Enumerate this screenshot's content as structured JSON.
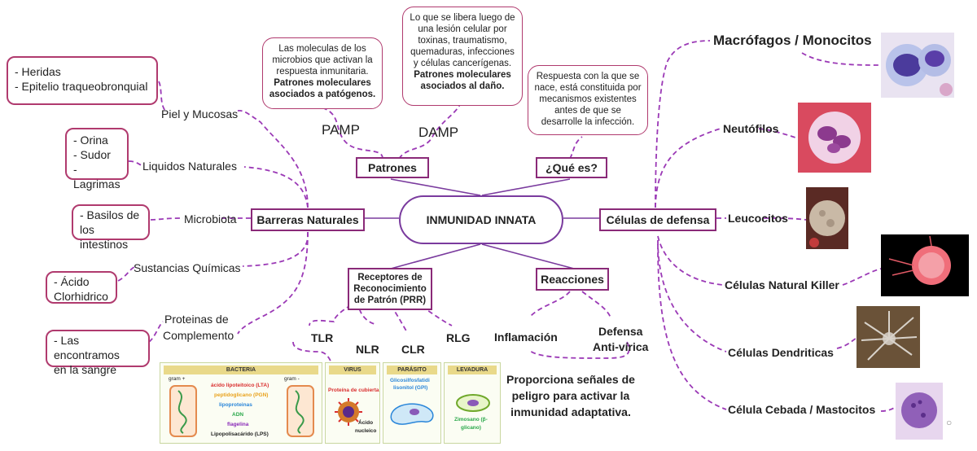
{
  "center": {
    "title": "INMUNIDAD INNATA"
  },
  "nodes": {
    "patrones": "Patrones",
    "que_es": "¿Qué es?",
    "barreras": "Barreras Naturales",
    "celulas": "Células de defensa",
    "receptores": [
      "Receptores de",
      "Reconocimiento",
      "de Patrón (PRR)"
    ],
    "reacciones": "Reacciones"
  },
  "patrones": {
    "pamp": "PAMP",
    "damp": "DAMP",
    "pamp_note": [
      "Las moleculas de los",
      "microbios que activan la",
      "respuesta inmunitaria."
    ],
    "pamp_note_bold": [
      "Patrones moleculares",
      "asociados a patógenos."
    ],
    "damp_note": [
      "Lo que se libera luego de",
      "una lesión celular por",
      "toxinas, traumatismo,",
      "quemaduras, infecciones",
      "y células cancerígenas."
    ],
    "damp_note_bold": [
      "Patrones moleculares",
      "asociados al daño."
    ]
  },
  "que_es": {
    "note": [
      "Respuesta con la que se",
      "nace, está constituida por",
      "mecanismos existentes",
      "antes de que se",
      "desarrolle la infección."
    ]
  },
  "barreras": {
    "piel": "Piel y Mucosas",
    "piel_items": [
      "- Heridas",
      "- Epitelio traqueobronquial"
    ],
    "liquidos": "Liquidos Naturales",
    "liquidos_items": [
      "- Orina",
      "- Sudor",
      "- Lagrimas"
    ],
    "microbiota": "Microbiota",
    "microbiota_items": [
      "- Basilos de",
      "los intestinos"
    ],
    "quimicas": "Sustancias Químicas",
    "quimicas_items": [
      "- Ácido",
      "Clorhidrico"
    ],
    "proteinas": [
      "Proteinas de",
      "Complemento"
    ],
    "proteinas_items": [
      "- Las encontramos",
      "en la sangre"
    ]
  },
  "receptores": {
    "tlr": "TLR",
    "nlr": "NLR",
    "clr": "CLR",
    "rlg": "RLG"
  },
  "reacciones": {
    "inflamacion": "Inflamación",
    "defensa": [
      "Defensa",
      "Anti-vírica"
    ],
    "senales": [
      "Proporciona señales de",
      "peligro para activar la",
      "inmunidad adaptativa."
    ]
  },
  "celulas": {
    "macrofagos": "Macrófagos / Monocitos",
    "neutrofilos": "Neutófilos",
    "leucocitos": "Leucocitos",
    "nk": "Células Natural Killer",
    "dendriticas": "Células Dendriticas",
    "cebada": "Célula Cebada / Mastocitos"
  },
  "pathogen_strip": {
    "bacteria": {
      "header": "BACTERIA",
      "gram_pos": "gram +",
      "gram_neg": "gram -",
      "items": [
        "ácido lipoteitoico (LTA)",
        "peptidoglicano (PGN)",
        "lipoproteinas",
        "ADN",
        "flagelina",
        "Lipopolisacárido (LPS)"
      ]
    },
    "virus": {
      "header": "VIRUS",
      "items": [
        "Proteína de cubierta",
        "Ácido",
        "nucleico"
      ]
    },
    "parasito": {
      "header": "PARÁSITO",
      "items": [
        "Glicosilfosfatidi",
        "lisonitol (GPI)"
      ]
    },
    "levadura": {
      "header": "LEVADURA",
      "items": [
        "Zimosano (β-",
        "glicano)"
      ]
    }
  },
  "colors": {
    "accent": "#8a2a78",
    "link": "#9b39b6",
    "line": "#7a3b9e"
  }
}
